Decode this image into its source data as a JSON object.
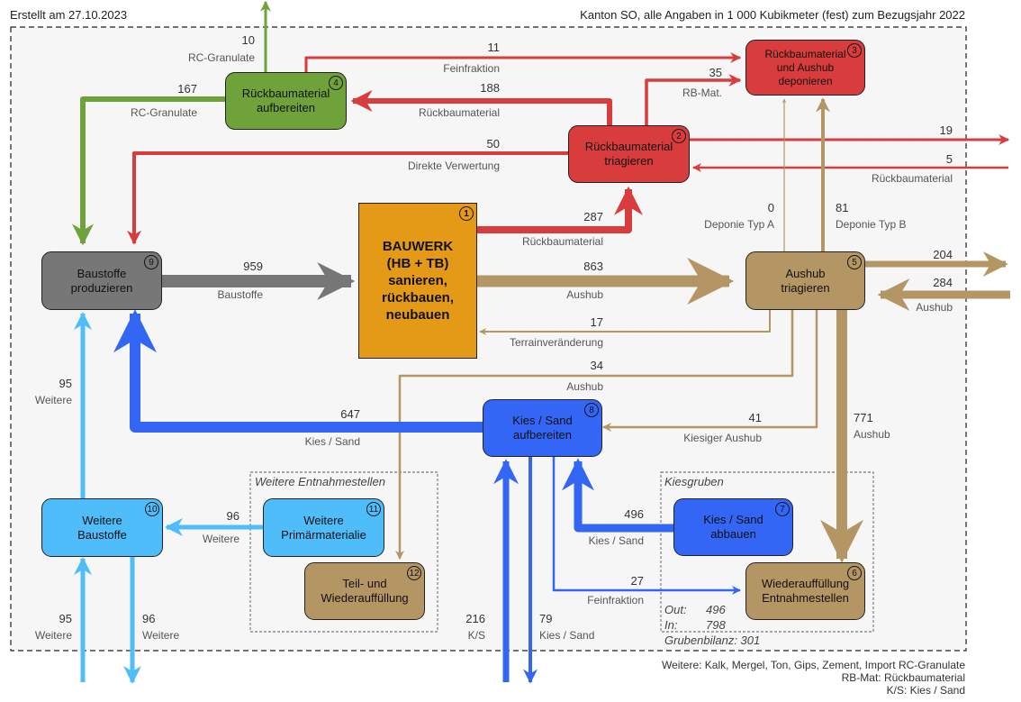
{
  "header": {
    "created": "Erstellt am 27.10.2023",
    "subtitle": "Kanton SO, alle Angaben in 1 000 Kubikmeter (fest)  zum Bezugsjahr  2022"
  },
  "colors": {
    "rueckbau_red": "#d83c3c",
    "rc_green": "#6fa23a",
    "aushub_brown": "#b49564",
    "kies_blue": "#3366f5",
    "weitere_lightblue": "#4fbdfa",
    "baustoffe_grey": "#777777",
    "bauwerk_orange": "#e49a16"
  },
  "nodes": [
    {
      "id": 1,
      "label": "BAUWERK\n(HB + TB)\nsanieren,\nrückbauen,\nneubauen"
    },
    {
      "id": 2,
      "label": "Rückbaumaterial\ntriagieren"
    },
    {
      "id": 3,
      "label": "Rückbaumaterial\nund Aushub\ndeponieren"
    },
    {
      "id": 4,
      "label": "Rückbaumaterial\naufbereiten"
    },
    {
      "id": 5,
      "label": "Aushub\ntriagieren"
    },
    {
      "id": 6,
      "label": "Wiederauffüllung\nEntnahmestellen"
    },
    {
      "id": 7,
      "label": "Kies / Sand\nabbauen"
    },
    {
      "id": 8,
      "label": "Kies / Sand\naufbereiten"
    },
    {
      "id": 9,
      "label": "Baustoffe\nproduzieren"
    },
    {
      "id": 10,
      "label": "Weitere\nBaustoffe"
    },
    {
      "id": 11,
      "label": "Weitere\nPrimärmaterialie"
    },
    {
      "id": 12,
      "label": "Teil- und\nWiederauffüllung"
    }
  ],
  "flows": [
    {
      "from": "4",
      "to": "export",
      "value": "10",
      "label": "RC-Granulate"
    },
    {
      "from": "4",
      "to": "3",
      "value": "11",
      "label": "Feinfraktion"
    },
    {
      "from": "4",
      "to": "9",
      "value": "167",
      "label": "RC-Granulate"
    },
    {
      "from": "2",
      "to": "4",
      "value": "188",
      "label": "Rückbaumaterial"
    },
    {
      "from": "2",
      "to": "3",
      "value": "35",
      "label": "RB-Mat."
    },
    {
      "from": "2",
      "to": "9",
      "value": "50",
      "label": "Direkte Verwertung"
    },
    {
      "from": "2",
      "to": "export",
      "value": "19",
      "label": ""
    },
    {
      "from": "import",
      "to": "2",
      "value": "5",
      "label": "Rückbaumaterial"
    },
    {
      "from": "1",
      "to": "2",
      "value": "287",
      "label": "Rückbaumaterial"
    },
    {
      "from": "5",
      "to": "3",
      "value": "0",
      "label": "Deponie Typ A"
    },
    {
      "from": "5",
      "to": "3",
      "value": "81",
      "label": "Deponie Typ B"
    },
    {
      "from": "9",
      "to": "1",
      "value": "959",
      "label": "Baustoffe"
    },
    {
      "from": "1",
      "to": "5",
      "value": "863",
      "label": "Aushub"
    },
    {
      "from": "5",
      "to": "export",
      "value": "204",
      "label": ""
    },
    {
      "from": "import",
      "to": "5",
      "value": "284",
      "label": "Aushub"
    },
    {
      "from": "5",
      "to": "1",
      "value": "17",
      "label": "Terrainveränderung"
    },
    {
      "from": "5",
      "to": "12",
      "value": "34",
      "label": "Aushub"
    },
    {
      "from": "8",
      "to": "9",
      "value": "647",
      "label": "Kies / Sand"
    },
    {
      "from": "5",
      "to": "8",
      "value": "41",
      "label": "Kiesiger Aushub"
    },
    {
      "from": "5",
      "to": "6",
      "value": "771",
      "label": "Aushub"
    },
    {
      "from": "10",
      "to": "9",
      "value": "95",
      "label": "Weitere"
    },
    {
      "from": "11",
      "to": "10",
      "value": "96",
      "label": "Weitere"
    },
    {
      "from": "7",
      "to": "8",
      "value": "496",
      "label": "Kies / Sand"
    },
    {
      "from": "8",
      "to": "6",
      "value": "27",
      "label": "Feinfraktion"
    },
    {
      "from": "import",
      "to": "10",
      "value": "95",
      "label": "Weitere"
    },
    {
      "from": "10",
      "to": "export",
      "value": "96",
      "label": "Weitere"
    },
    {
      "from": "import",
      "to": "8",
      "value": "216",
      "label": "K/S"
    },
    {
      "from": "8",
      "to": "export",
      "value": "79",
      "label": "Kies / Sand"
    }
  ],
  "groups": {
    "weitere_entnahmestellen": "Weitere Entnahmestellen",
    "kiesgruben": "Kiesgruben"
  },
  "bilanz": {
    "out_label": "Out:",
    "out_value": "496",
    "in_label": "In:",
    "in_value": "798",
    "gruben": "Grubenbilanz: 301"
  },
  "legend": [
    "Weitere:  Kalk, Mergel, Ton, Gips, Zement, Import RC-Granulate",
    "RB-Mat:  Rückbaumaterial",
    "K/S:  Kies / Sand"
  ]
}
